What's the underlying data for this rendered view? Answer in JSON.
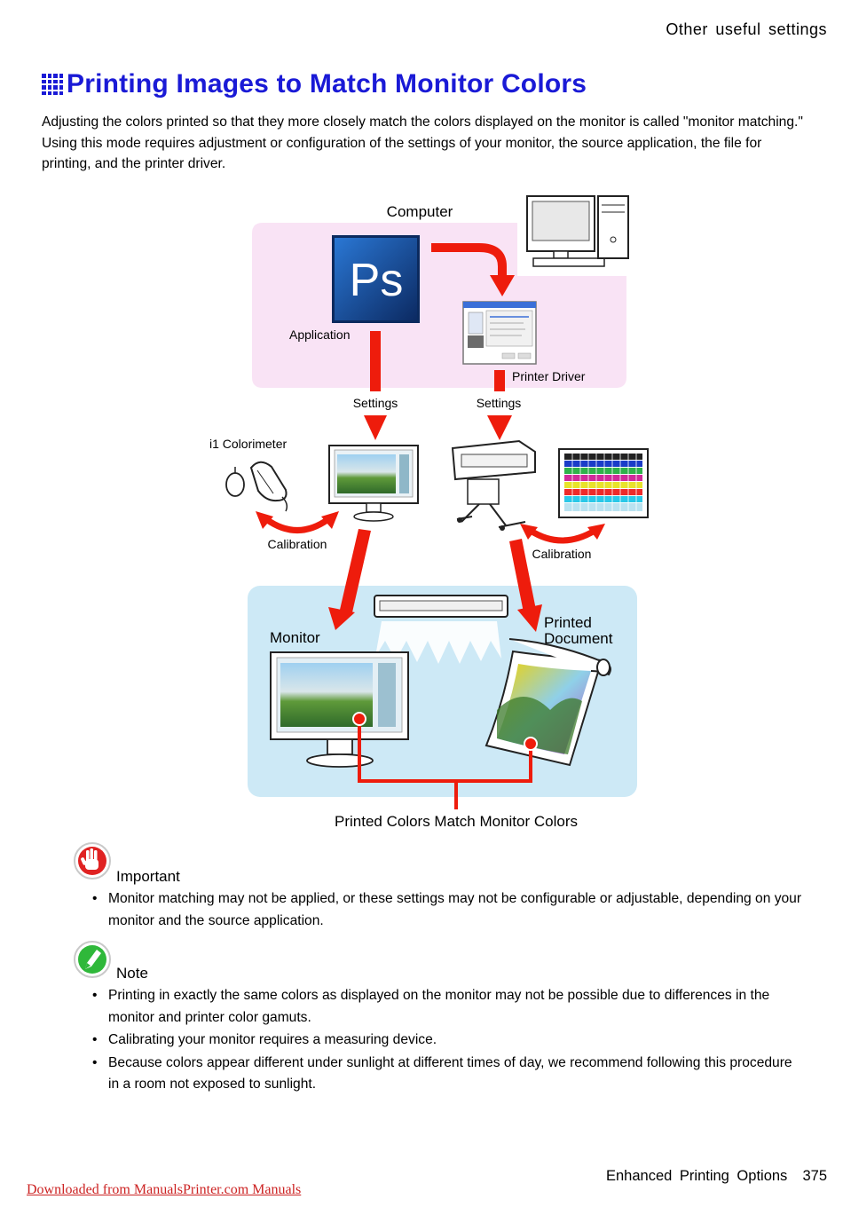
{
  "header": {
    "section_title": "Other  useful  settings"
  },
  "title": {
    "icon": "grid-icon",
    "text": "Printing Images to Match Monitor Colors",
    "color": "#1a1ad6"
  },
  "intro": "Adjusting the colors printed so that they more closely match the colors displayed on the monitor is called \"monitor matching.\" Using this mode requires adjustment or configuration of the settings of your monitor, the source application, the file for printing, and the printer driver.",
  "diagram": {
    "computer_label": "Computer",
    "application_logo": "Ps",
    "application_label": "Application",
    "printer_driver_label": "Printer Driver",
    "settings_left": "Settings",
    "settings_right": "Settings",
    "colorimeter_label": "i1 Colorimeter",
    "calibration_left": "Calibration",
    "calibration_right": "Calibration",
    "monitor_label": "Monitor",
    "printed_label_line1": "Printed",
    "printed_label_line2": "Document",
    "caption": "Printed Colors Match Monitor Colors",
    "colors": {
      "pink_panel": "#f9e3f5",
      "blue_panel": "#cde9f6",
      "arrow_red": "#ee1c0c"
    }
  },
  "important": {
    "icon": "stop-hand-icon",
    "title": "Important",
    "items": [
      "Monitor matching may not be applied, or these settings may not be configurable or adjustable, depending on your monitor and the source application."
    ]
  },
  "note": {
    "icon": "pencil-icon",
    "title": "Note",
    "items": [
      "Printing in exactly the same colors as displayed on the monitor may not be possible due to differences in the monitor and printer color gamuts.",
      "Calibrating your monitor requires a measuring device.",
      "Because colors appear different under sunlight at different times of day, we recommend following this procedure in a room not exposed to sunlight."
    ]
  },
  "footer": {
    "section": "Enhanced  Printing  Options",
    "page_number": "375",
    "download_link": "Downloaded from ManualsPrinter.com Manuals"
  }
}
